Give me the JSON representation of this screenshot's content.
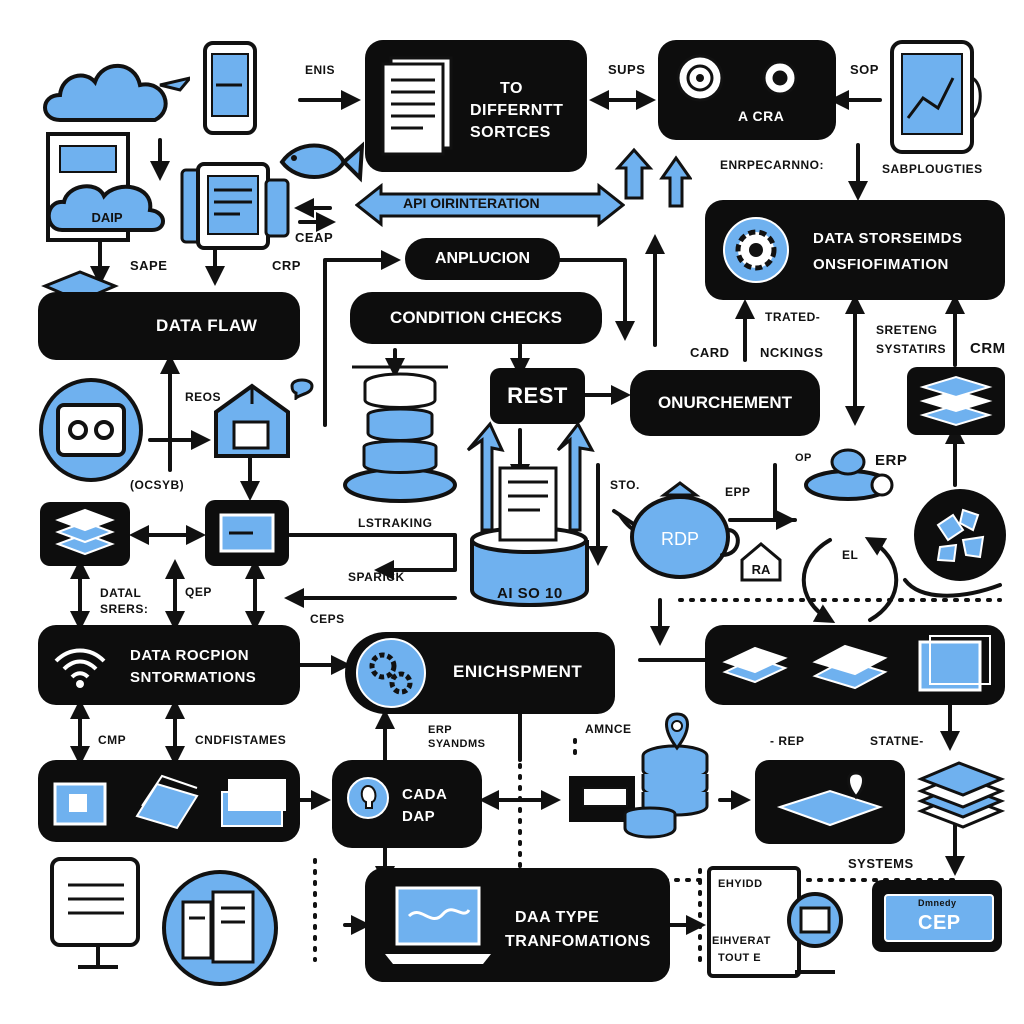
{
  "colors": {
    "ink": "#0d0d0d",
    "accent": "#6fb1ef",
    "background": "#ffffff"
  },
  "boxes": {
    "different_sources": {
      "line1": "TO",
      "line2": "DIFFERNTT",
      "line3": "SORTCES"
    },
    "cra": "A CRA",
    "data_flaw": "DATA FLAW",
    "anplucion": "ANPLUCION",
    "condition_checks": "CONDITION CHECKS",
    "rest": "REST",
    "onurchement": "ONURCHEMENT",
    "data_store": {
      "line1": "DATA STORSEIMDS",
      "line2": "ONSFIOFIMATION"
    },
    "data_rocpion": {
      "line1": "DATA ROCPION",
      "line2": "SNTORMATIONS"
    },
    "enichspment": "ENICHSPMENT",
    "cada_dap": {
      "line1": "CADA",
      "line2": "DAP"
    },
    "dada_type": {
      "line1": "DAA TYPE",
      "line2": "TRANFOMATIONS"
    },
    "cep": "CEP",
    "api_integration": "API OIRINTERATION"
  },
  "labels": {
    "enis": "ENIS",
    "sups": "SUPS",
    "sop": "SOP",
    "enrpecarnno": "ENRPECARNNO:",
    "sabploutgies": "SABPLOUGTIES",
    "ceap": "CEAP",
    "sape": "SAPE",
    "crp": "CRP",
    "trated": "TRATED-",
    "card": "CARD",
    "nckings": "NCKINGS",
    "sretseng": "SRETENG",
    "systatirs": "SYSTATIRS",
    "crm": "CRM",
    "reos": "REOS",
    "ocsyb": "(OCSYB)",
    "lstraking": "LSTRAKING",
    "sto": "STO.",
    "ep_top": "OP",
    "erp_right": "ERP",
    "epp": "EPP",
    "rdp": "RDP",
    "el": "EL",
    "ra": "RA",
    "datal_srers": "DATAL SRERS:",
    "qep": "QEP",
    "sparick": "SPARICK",
    "ceps": "CEPS",
    "ai_sos": "AI SO 10",
    "cmp": "CMP",
    "cndfistames": "CNDFISTAMES",
    "erp_syandms": "ERP SYANDMS",
    "amnce": "AMNCE",
    "rep": "- REP",
    "statne": "STATNE-",
    "systems": "SYSTEMS",
    "dap_label": "DAIP",
    "ehydd": "EHYIDD",
    "eiheverat": "EIHVERAT",
    "toute": "TOUT E",
    "dmnedy": "Dmnedy"
  }
}
